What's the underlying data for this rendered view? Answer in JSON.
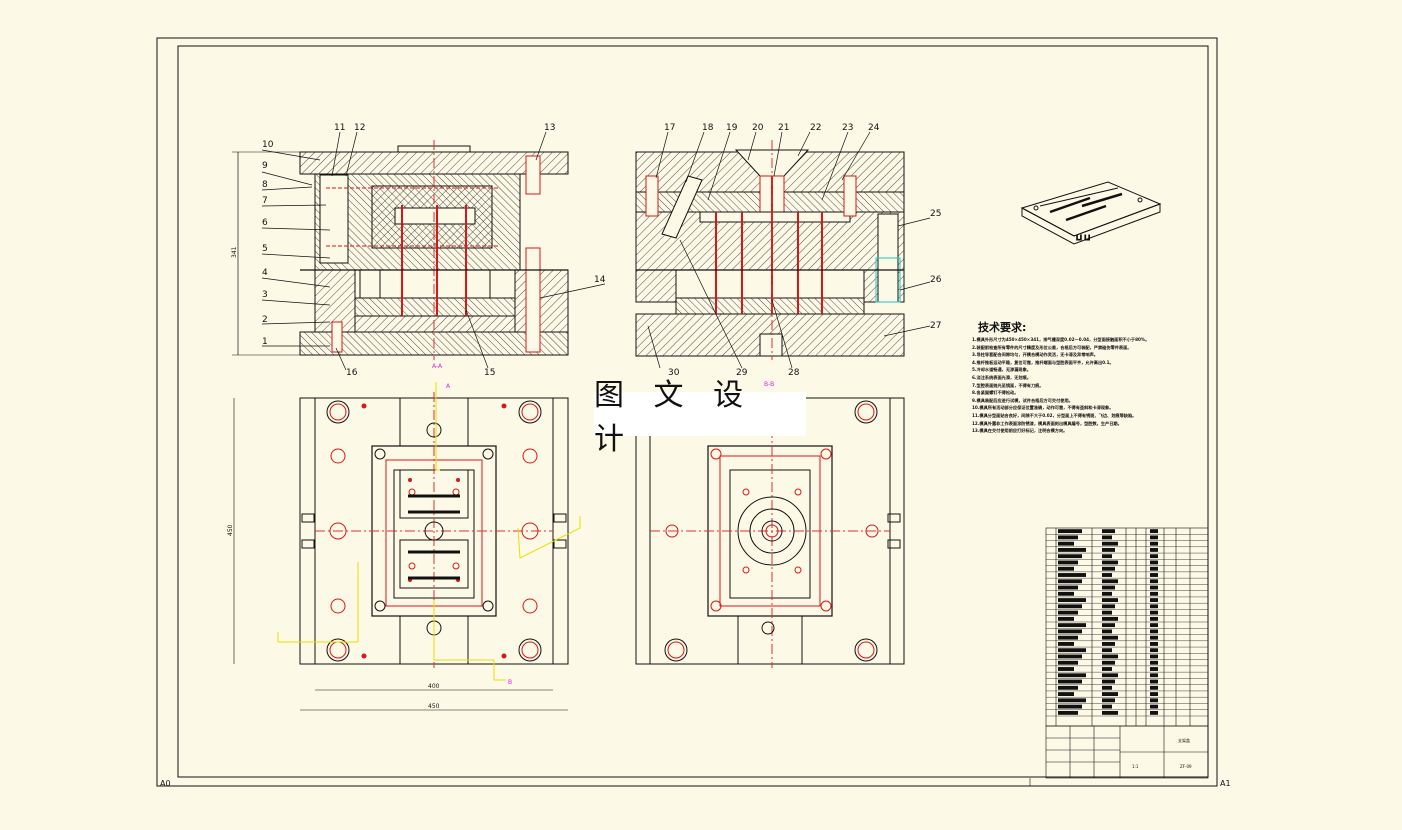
{
  "watermark": "图 文 设 计",
  "tech_requirements": {
    "title": "技术要求:",
    "lines": [
      "1.模具外形尺寸为450×450×341，排气槽深度0.02～0.04，分型面接触面积不小于80%。",
      "2.装配前检查所有零件的尺寸精度及形位公差，合格后方可装配，严禁碰伤零件表面。",
      "3.导柱导套配合间隙均匀，开模合模动作灵活，无卡滞及异常响声。",
      "4.推杆推板运动平稳，复位可靠，推杆端面与型腔表面平齐，允许高出0.1。",
      "5.冷却水道畅通，无渗漏现象。",
      "6.浇注系统表面光滑，无划痕。",
      "7.型腔表面抛光至镜面，不得有刀痕。",
      "8.各紧固螺钉不得松动。",
      "9.模具装配后应进行试模，试件合格后方可交付使用。",
      "10.模具所有活动部分应保证位置准确，动作可靠，不得有歪斜和卡滞现象。",
      "11.模具分型面贴合良好，间隙不大于0.02，分型面上不得有锈斑、飞边、划痕等缺陷。",
      "12.模具外露非工作表面涂防锈漆，模具表面刻出模具编号，型腔数，生产日期。",
      "13.模具在交付使用前应打好标记，注明合模方向。"
    ]
  },
  "callouts": [
    "1",
    "2",
    "3",
    "4",
    "5",
    "6",
    "7",
    "8",
    "9",
    "10",
    "11",
    "12",
    "13",
    "14",
    "15",
    "16",
    "17",
    "18",
    "19",
    "20",
    "21",
    "22",
    "23",
    "24",
    "25",
    "26",
    "27",
    "28",
    "29",
    "30"
  ],
  "dimensions": {
    "height_vertical": "341",
    "width_vertical": "450",
    "width_inner": "400",
    "width_outer": "450"
  },
  "section_marks": {
    "cut_a": "A",
    "cut_b": "B",
    "cut_label_top": "A-A",
    "cut_label_right": "B-B"
  },
  "title_block": {
    "part_name": "支架盖",
    "drawing_no": "ZF-09",
    "scale": "1:1"
  },
  "corner_labels": {
    "bottom_left": "A0",
    "bottom_right": "A1"
  },
  "colors": {
    "line": "#111111",
    "center": "#e03030",
    "red_part": "#d81818",
    "leader": "#e8e000",
    "magenta": "#e020e0",
    "cyan": "#18c8c8",
    "background": "#fdf9e7"
  }
}
